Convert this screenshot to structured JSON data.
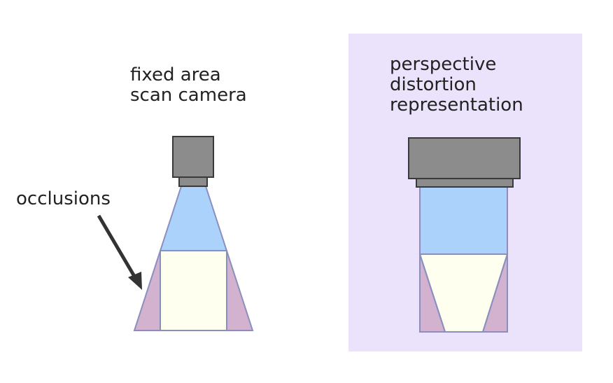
{
  "labels": {
    "left_title_line1": "fixed area",
    "left_title_line2": "scan camera",
    "occlusions": "occlusions",
    "right_title_line1": "perspective",
    "right_title_line2": "distortion",
    "right_title_line3": "representation"
  },
  "colors": {
    "panel_background": "#ebe2fb",
    "camera_body": "#8c8c8c",
    "camera_stroke": "#3a3a3a",
    "field_of_view": "#aad2fa",
    "occlusion_region": "#d2b2ce",
    "object": "#fffff0",
    "outline": "#8a8fbf",
    "arrow": "#333333",
    "text": "#222222"
  }
}
